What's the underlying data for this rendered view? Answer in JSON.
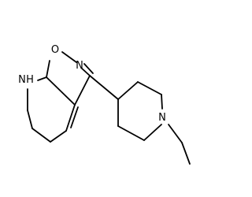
{
  "molecule": {
    "atoms": [
      {
        "label": "N",
        "color": "#000000"
      },
      {
        "label": "H",
        "color": "#000000"
      },
      {
        "label": "O",
        "color": "#000000"
      },
      {
        "label": "N",
        "color": "#000000"
      },
      {
        "label": "N",
        "color": "#000000"
      }
    ]
  }
}
